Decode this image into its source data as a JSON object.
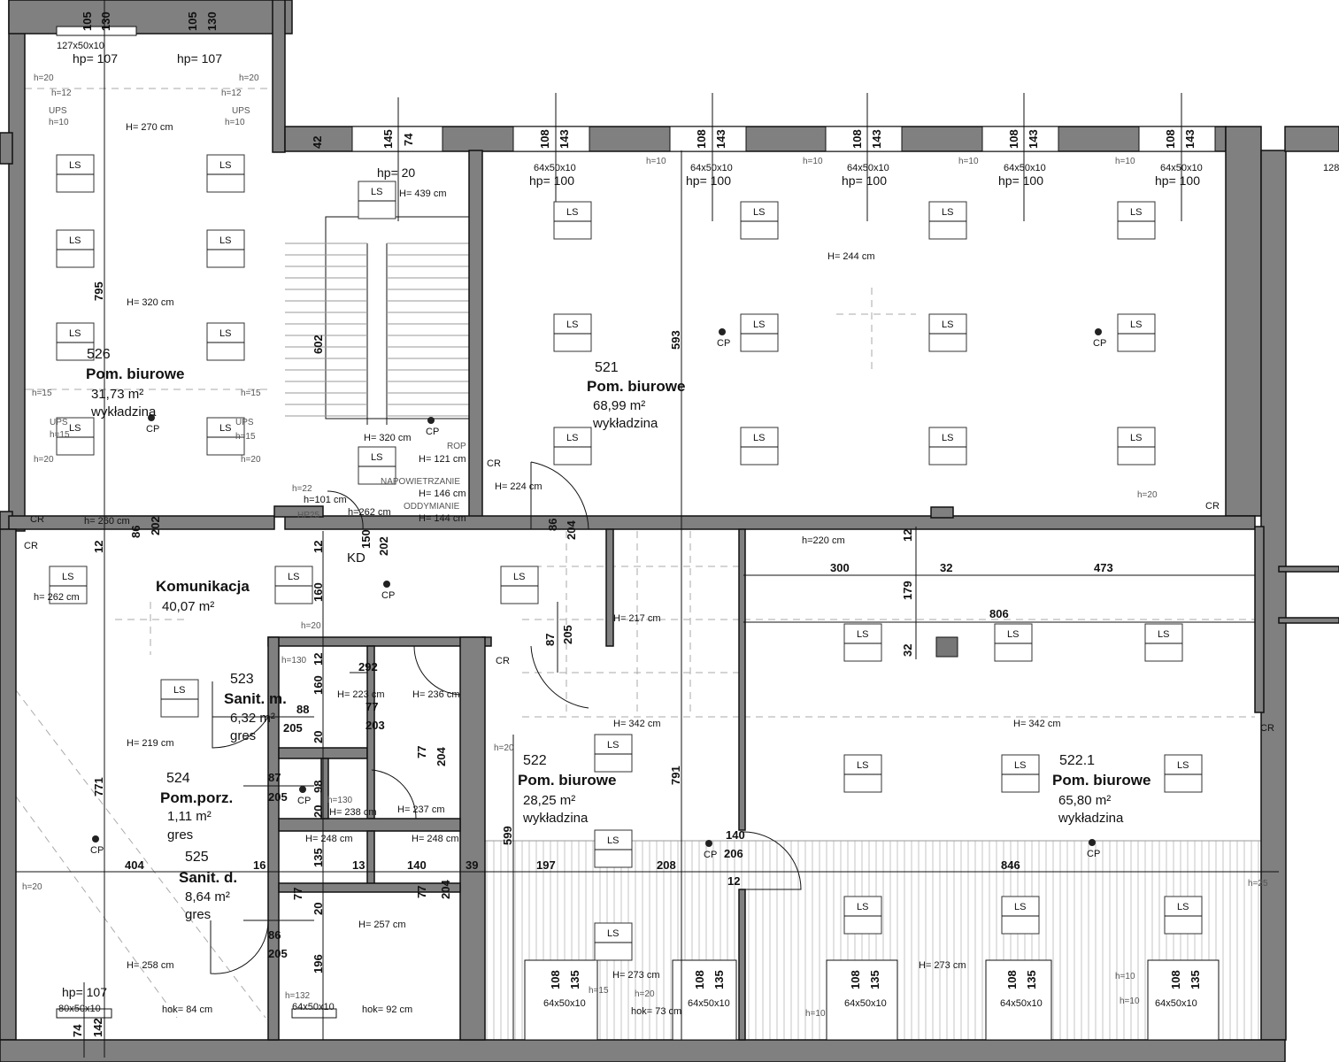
{
  "title": "Floor plan",
  "rooms": [
    {
      "number": "526",
      "name": "Pom. biurowe",
      "area": "31,73 m²",
      "floor": "wykładzina"
    },
    {
      "number": "521",
      "name": "Pom. biurowe",
      "area": "68,99 m²",
      "floor": "wykładzina"
    },
    {
      "number": "",
      "name": "Komunikacja",
      "area": "40,07 m²",
      "floor": ""
    },
    {
      "number": "523",
      "name": "Sanit. m.",
      "area": "6,32 m²",
      "floor": "gres"
    },
    {
      "number": "524",
      "name": "Pom.porz.",
      "area": "1,11 m²",
      "floor": "gres"
    },
    {
      "number": "525",
      "name": "Sanit. d.",
      "area": "8,64 m²",
      "floor": "gres"
    },
    {
      "number": "522",
      "name": "Pom. biurowe",
      "area": "28,25 m²",
      "floor": "wykładzina"
    },
    {
      "number": "522.1",
      "name": "Pom. biurowe",
      "area": "65,80 m²",
      "floor": "wykładzina"
    }
  ],
  "heights": [
    "H= 270 cm",
    "H= 320 cm",
    "H= 439 cm",
    "H= 244 cm",
    "H= 320 cm",
    "H= 121 cm",
    "H= 146 cm",
    "H= 144 cm",
    "H= 224 cm",
    "h= 260 cm",
    "h=101 cm",
    "h=262 cm",
    "h=220 cm",
    "h= 262 cm",
    "H= 217 cm",
    "H= 219 cm",
    "H= 223 cm",
    "H= 236 cm",
    "H= 342 cm",
    "H= 342 cm",
    "H= 238 cm",
    "H= 237 cm",
    "H= 248 cm",
    "H= 248 cm",
    "H= 257 cm",
    "H= 258 cm",
    "H= 273 cm",
    "H= 273 cm",
    "hok= 84 cm",
    "hok= 92 cm",
    "hok= 73 cm"
  ],
  "dimensions": [
    "105",
    "130",
    "105",
    "130",
    "795",
    "42",
    "145",
    "74",
    "108",
    "143",
    "108",
    "143",
    "108",
    "143",
    "108",
    "143",
    "108",
    "143",
    "593",
    "602",
    "12",
    "86",
    "202",
    "12",
    "150",
    "202",
    "86",
    "204",
    "160",
    "12",
    "300",
    "32",
    "473",
    "179",
    "806",
    "32",
    "87",
    "205",
    "12",
    "292",
    "160",
    "77",
    "203",
    "205",
    "88",
    "20",
    "77",
    "204",
    "771",
    "791",
    "87",
    "205",
    "98",
    "20",
    "599",
    "140",
    "206",
    "404",
    "16",
    "135",
    "13",
    "140",
    "39",
    "197",
    "208",
    "12",
    "846",
    "77",
    "20",
    "77",
    "204",
    "86",
    "205",
    "196",
    "108",
    "135",
    "108",
    "135",
    "108",
    "135",
    "108",
    "135",
    "108",
    "135",
    "74",
    "142"
  ],
  "hp_labels": [
    "hp= 107",
    "hp= 107",
    "hp= 20",
    "hp= 100",
    "hp= 100",
    "hp= 100",
    "hp= 100",
    "hp= 100",
    "hp= 107"
  ],
  "window_sizes": [
    "127x50x10",
    "64x50x10",
    "64x50x10",
    "64x50x10",
    "64x50x10",
    "64x50x10",
    "80x50x10",
    "64x50x10",
    "64x50x10",
    "64x50x10",
    "64x50x10",
    "64x50x10",
    "64x50x10",
    "128"
  ],
  "small_labels": [
    "h=20",
    "h=12",
    "UPS",
    "h=10",
    "h=20",
    "h=12",
    "UPS",
    "h=10",
    "h=15",
    "UPS",
    "h=15",
    "h=20",
    "h=15",
    "UPS",
    "h=15",
    "h=20",
    "h=10",
    "h=10",
    "h=10",
    "h=10",
    "h=22",
    "ROP",
    "NAPOWIETRZANIE",
    "ODDYMIANIE",
    "HP25",
    "h=20",
    "h=130",
    "h=20",
    "h=130",
    "h=20",
    "h=20",
    "h=132",
    "h=10",
    "h=15",
    "h=20",
    "h=10",
    "h=10",
    "h=25"
  ],
  "markers": {
    "ls": "LS",
    "cp": "CP",
    "cr": "CR",
    "kd": "KD",
    "ups": "UPS"
  },
  "colors": {
    "wall": "#808080",
    "line": "#111111",
    "hatch": "#c4c4c4"
  }
}
